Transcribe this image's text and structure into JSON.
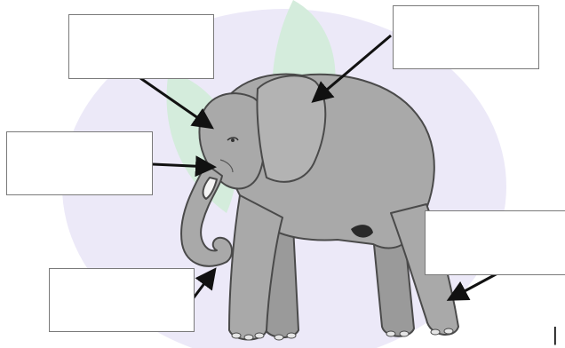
{
  "diagram": {
    "subject": "elephant",
    "label_boxes": [
      {
        "id": "box-forehead",
        "text": ""
      },
      {
        "id": "box-ear",
        "text": ""
      },
      {
        "id": "box-eye-tusk",
        "text": ""
      },
      {
        "id": "box-belly",
        "text": ""
      },
      {
        "id": "box-trunk",
        "text": ""
      }
    ],
    "edge_mark": "|",
    "colors": {
      "elephant_fill": "#a9a9a9",
      "elephant_outline": "#4a4a4a",
      "background_circle": "#e7e3f6",
      "leaf": "#cde9d6",
      "arrow": "#111111",
      "box_border": "#7a7a7a"
    }
  }
}
